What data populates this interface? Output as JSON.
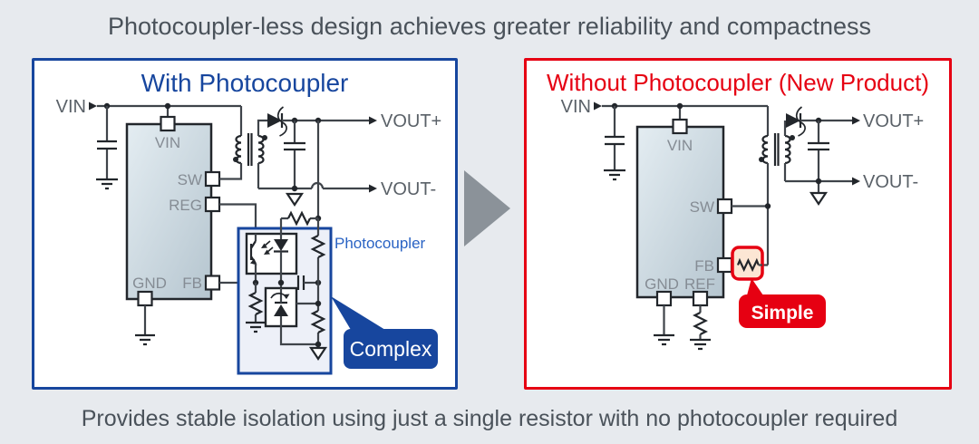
{
  "page": {
    "title": "Photocoupler-less design achieves greater reliability and compactness",
    "caption": "Provides stable isolation using just a single resistor with no photocoupler required"
  },
  "colors": {
    "page_bg": "#e7eaee",
    "panel_bg": "#ffffff",
    "accent_blue": "#17469e",
    "accent_red": "#e60012",
    "photo_label_blue": "#2a63c4",
    "heading_gray": "#4a525a",
    "wire": "#3f444a",
    "comp": "#22262b",
    "pin_label": "#858c94",
    "node_label": "#5a6168",
    "ic_fill_light": "#e4edf2",
    "ic_fill_dark": "#b5c5cf",
    "highlight_fill": "#fce6d4",
    "arrow_gray": "#8b9299",
    "photo_box_fill": "#edf0f8"
  },
  "icons": {
    "mid_arrow": "right-arrow-icon"
  },
  "left": {
    "title": "With Photocoupler",
    "badge": "Complex",
    "coupler_label": "Photocoupler",
    "labels": {
      "vin_node": "VIN",
      "pin_vin": "VIN",
      "pin_sw": "SW",
      "pin_reg": "REG",
      "pin_fb": "FB",
      "pin_gnd": "GND",
      "vout_plus": "VOUT+",
      "vout_minus": "VOUT-"
    }
  },
  "right": {
    "title": "Without Photocoupler (New Product)",
    "badge": "Simple",
    "labels": {
      "vin_node": "VIN",
      "pin_vin": "VIN",
      "pin_sw": "SW",
      "pin_fb": "FB",
      "pin_gnd": "GND",
      "pin_ref": "REF",
      "vout_plus": "VOUT+",
      "vout_minus": "VOUT-"
    }
  }
}
